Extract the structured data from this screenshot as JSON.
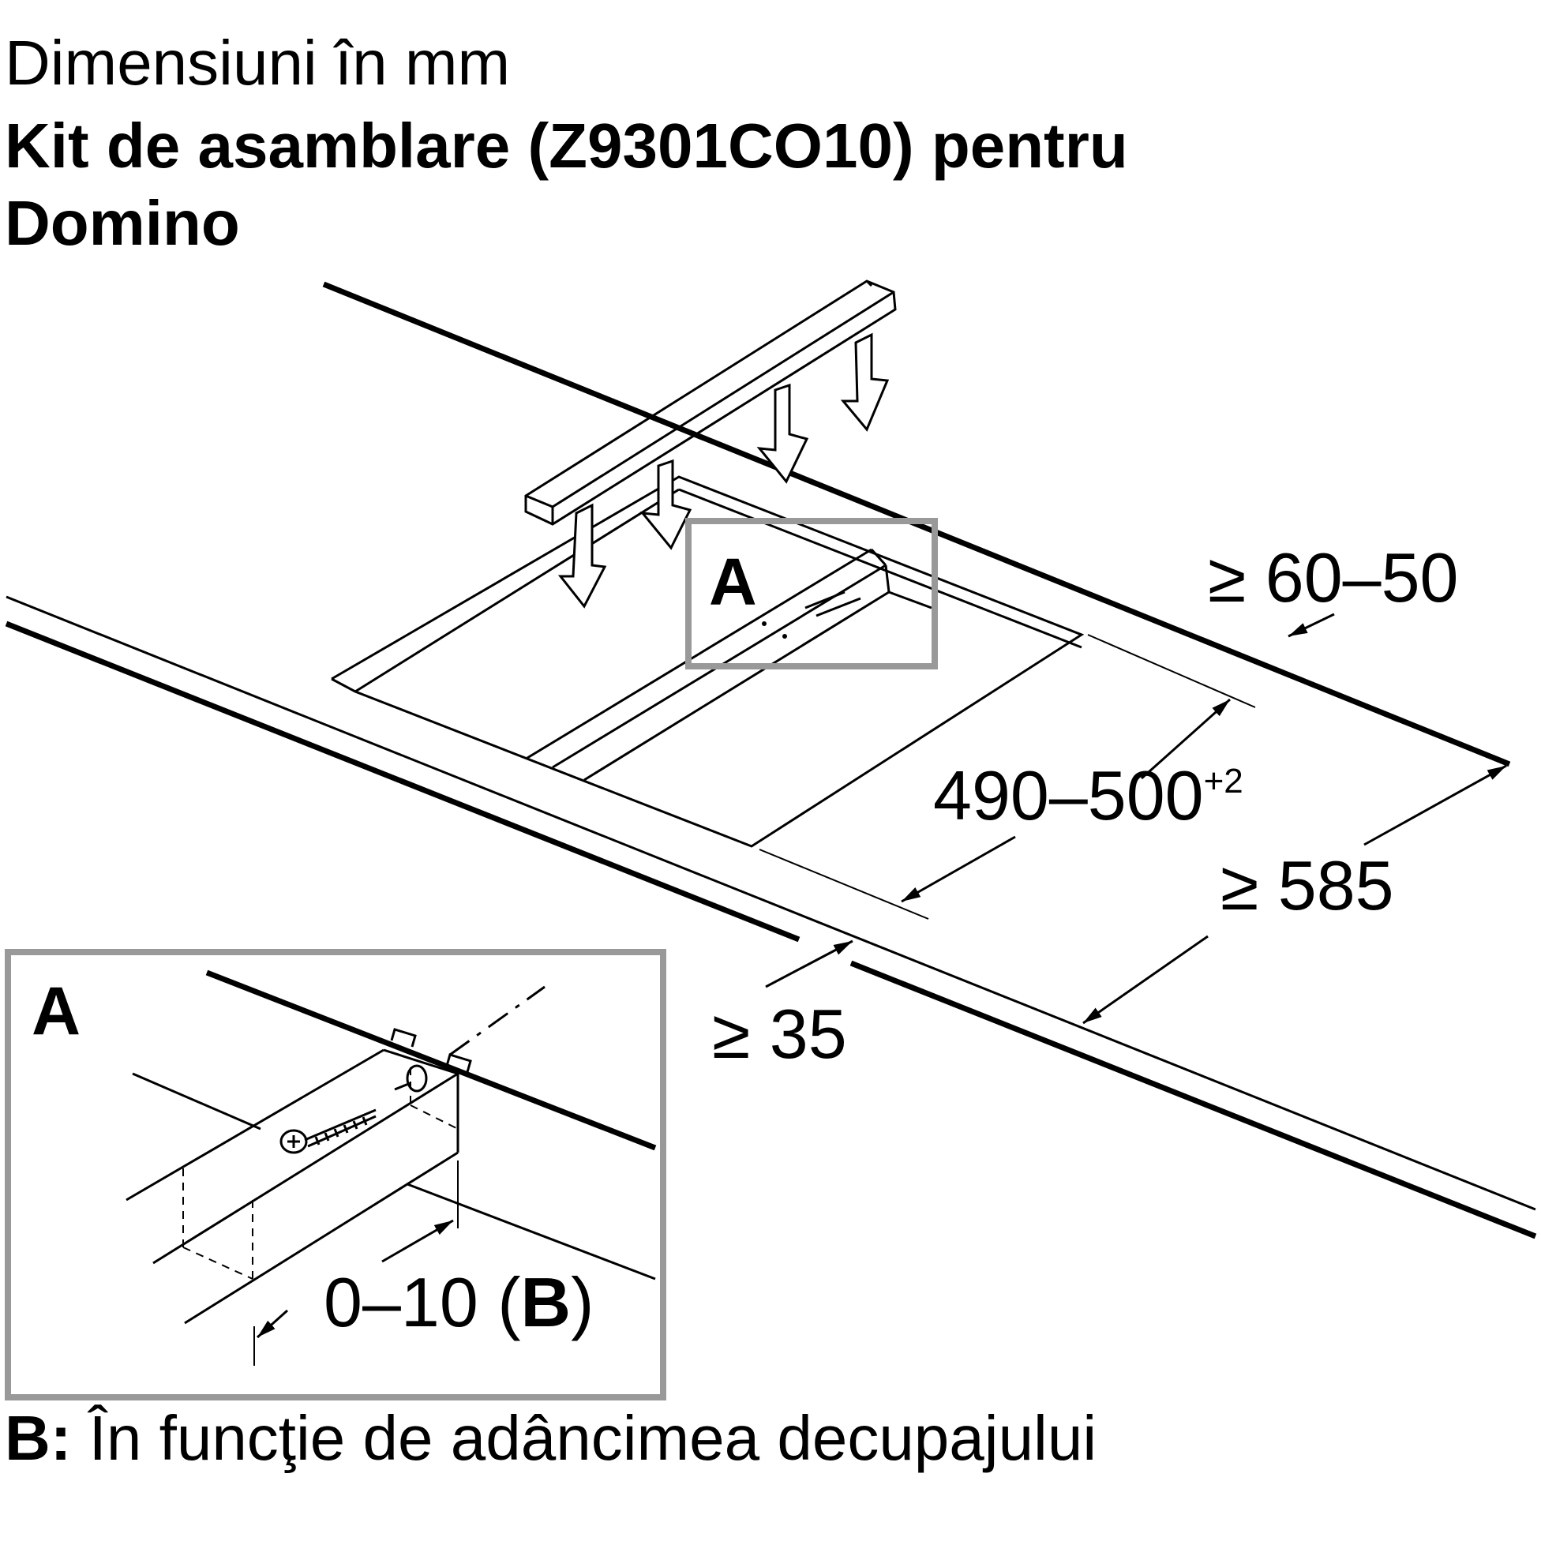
{
  "header": {
    "subtitle": "Dimensiuni în mm",
    "title_line1": "Kit de asamblare (Z9301CO10) pentru",
    "title_line2": "Domino"
  },
  "dimensions": {
    "gap_top": "≥ 60–50",
    "cutout_depth": "490–500",
    "cutout_depth_tolerance": "+2",
    "worktop_depth": "≥ 585",
    "front_distance": "≥ 35"
  },
  "detail": {
    "marker": "A",
    "inset_label": "A",
    "offset_value": "0–10 (",
    "offset_ref": "B",
    "offset_close": ")"
  },
  "footnote": {
    "key": "B:",
    "text": " În funcţie de adâncimea decupajului"
  },
  "colors": {
    "line": "#000000",
    "frame": "#999999",
    "background": "#ffffff"
  }
}
